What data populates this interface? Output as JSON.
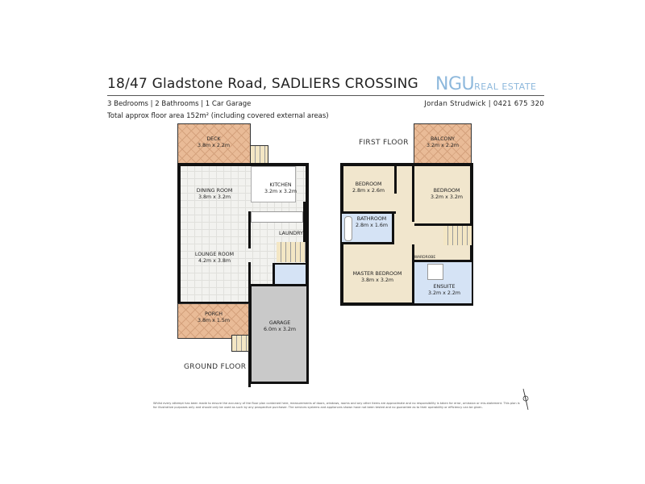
{
  "header": {
    "title": "18/47 Gladstone Road, SADLIERS CROSSING",
    "logo_main": "NGU",
    "logo_sub": "REAL ESTATE",
    "features": "3 Bedrooms | 2 Bathrooms | 1 Car Garage",
    "area": "Total approx floor area 152m² (including covered external areas)",
    "agent": "Jordan Strudwick | 0421 675 320"
  },
  "ground_floor": {
    "label": "GROUND FLOOR",
    "rooms": [
      {
        "name": "DECK",
        "size": "3.8m x 2.2m"
      },
      {
        "name": "DINING ROOM",
        "size": "3.8m x 3.2m"
      },
      {
        "name": "KITCHEN",
        "size": "3.2m x 3.2m"
      },
      {
        "name": "LAUNDRY",
        "size": ""
      },
      {
        "name": "LOUNGE ROOM",
        "size": "4.2m x 3.8m"
      },
      {
        "name": "PORCH",
        "size": "3.8m x 1.5m"
      },
      {
        "name": "GARAGE",
        "size": "6.0m x 3.2m"
      }
    ]
  },
  "first_floor": {
    "label": "FIRST FLOOR",
    "rooms": [
      {
        "name": "BALCONY",
        "size": "3.2m x 2.2m"
      },
      {
        "name": "BEDROOM",
        "size": "2.8m x 2.6m"
      },
      {
        "name": "BEDROOM",
        "size": "3.2m x 3.2m"
      },
      {
        "name": "BATHROOM",
        "size": "2.8m x 1.6m"
      },
      {
        "name": "WARDROBE",
        "size": ""
      },
      {
        "name": "MASTER BEDROOM",
        "size": "3.8m x 3.2m"
      },
      {
        "name": "ENSUITE",
        "size": "3.2m x 2.2m"
      }
    ]
  },
  "disclaimer": "Whilst every attempt has been made to ensure the accuracy of the floor plan contained here, measurements of doors, windows, rooms and any other items are approximate and no responsibility is taken for error, omission or mis-statement. This plan is for illustrative purposes only and should only be used as such by any prospective purchaser. The services systems and appliances shown have not been tested and no guarantee as to their operability or efficiency can be given."
}
